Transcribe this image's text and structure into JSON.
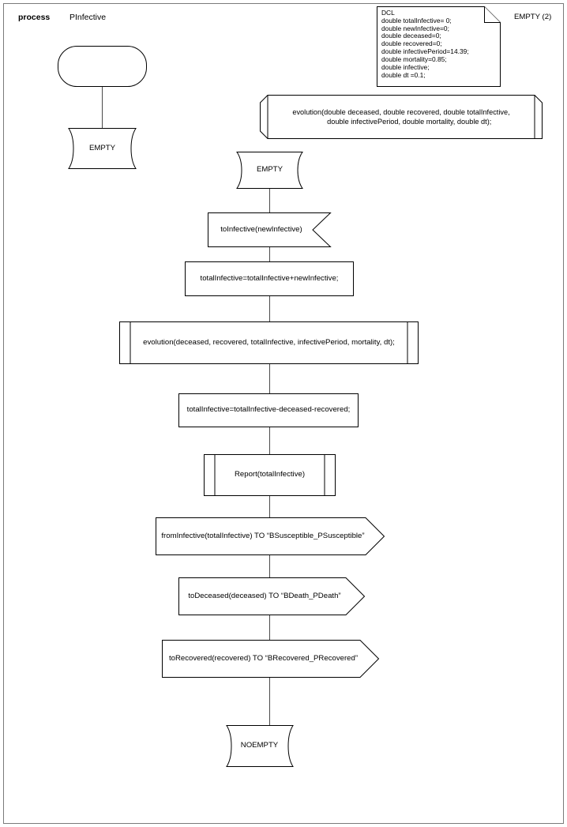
{
  "diagram": {
    "kind": "sdl-process-flowchart",
    "header": {
      "keyword": "process",
      "name": "PInfective"
    },
    "note": {
      "title": "DCL",
      "declarations": [
        "double totalInfective= 0;",
        "double newInfective=0;",
        "double deceased=0;",
        "double recovered=0;",
        "double infectivePeriod=14.39;",
        "double mortality=0.85;",
        "double infective;",
        "double dt =0.1;"
      ],
      "full_text": "DCL\ndouble totalInfective= 0;\ndouble newInfective=0;\ndouble deceased=0;\ndouble recovered=0;\ndouble infectivePeriod=14.39;\ndouble mortality=0.85;\ndouble infective;\ndouble dt =0.1;"
    },
    "page_label": "EMPTY (2)",
    "nodes": {
      "start": {
        "label": "",
        "shape": "start"
      },
      "state_empty_left": {
        "label": "EMPTY",
        "shape": "state"
      },
      "procedure_decl": {
        "label": "evolution(double deceased, double recovered, double totalInfective,\n        double infectivePeriod, double mortality, double dt);",
        "shape": "procedure-declaration"
      },
      "state_empty_main": {
        "label": "EMPTY",
        "shape": "state"
      },
      "input_to_infective": {
        "label": "toInfective(newInfective)",
        "shape": "input"
      },
      "task_sum": {
        "label": "totalInfective=totalInfective+newInfective;",
        "shape": "task"
      },
      "call_evolution": {
        "label": "evolution(deceased, recovered, totalInfective, infectivePeriod, mortality, dt);",
        "shape": "procedure-call"
      },
      "task_subtract": {
        "label": "totalInfective=totalInfective-deceased-recovered;",
        "shape": "task"
      },
      "call_report": {
        "label": "Report(totalInfective)",
        "shape": "procedure-call"
      },
      "output_susceptible": {
        "label": "fromInfective(totalInfective) TO “BSusceptible_PSusceptible”",
        "shape": "output"
      },
      "output_death": {
        "label": "toDeceased(deceased) TO “BDeath_PDeath”",
        "shape": "output"
      },
      "output_recovered": {
        "label": "toRecovered(recovered) TO “BRecovered_PRecovered”",
        "shape": "output"
      },
      "state_noempty": {
        "label": "NOEMPTY",
        "shape": "state"
      }
    },
    "colors": {
      "stroke": "#000000",
      "fill": "#ffffff",
      "connector": "#4a4a4a",
      "frame": "#7a7a7a"
    }
  }
}
